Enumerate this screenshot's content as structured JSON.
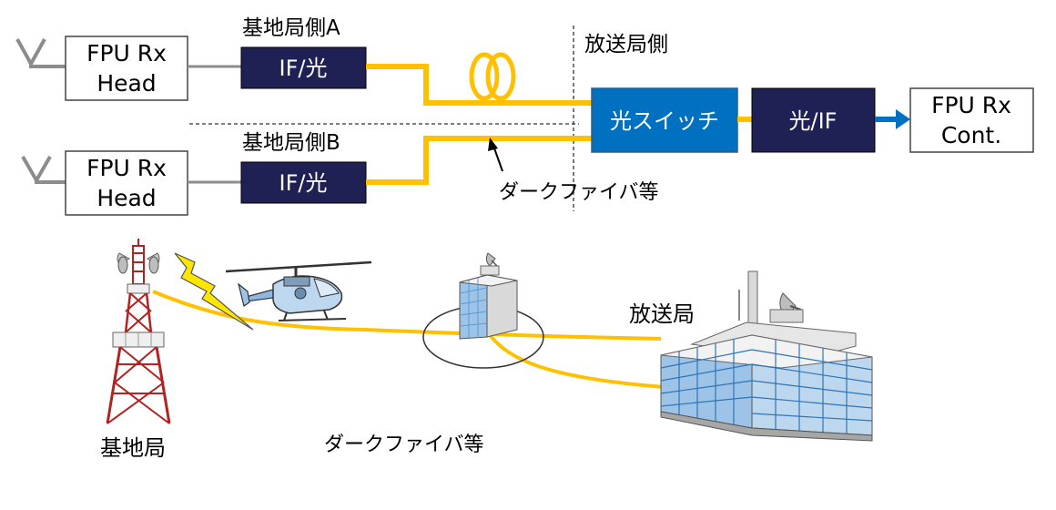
{
  "top": {
    "site_a_label": "基地局側A",
    "site_b_label": "基地局側B",
    "broadcast_side_label": "放送局側",
    "rx_head_a": [
      "FPU Rx",
      "Head"
    ],
    "rx_head_b": [
      "FPU Rx",
      "Head"
    ],
    "converter_a": "IF/光",
    "converter_b": "IF/光",
    "optical_switch": "光スイッチ",
    "optical_to_if": "光/IF",
    "rx_cont": [
      "FPU Rx",
      "Cont."
    ],
    "dark_fiber_label": "ダークファイバ等"
  },
  "bottom": {
    "base_station_label": "基地局",
    "broadcast_station_label": "放送局",
    "dark_fiber_label": "ダークファイバ等"
  },
  "colors": {
    "fiber": "#FFC000",
    "converter_fill": "#1F2053",
    "switch_fill": "#0070C0",
    "arrow": "#0070C0",
    "antenna": "#8C8C8C"
  }
}
